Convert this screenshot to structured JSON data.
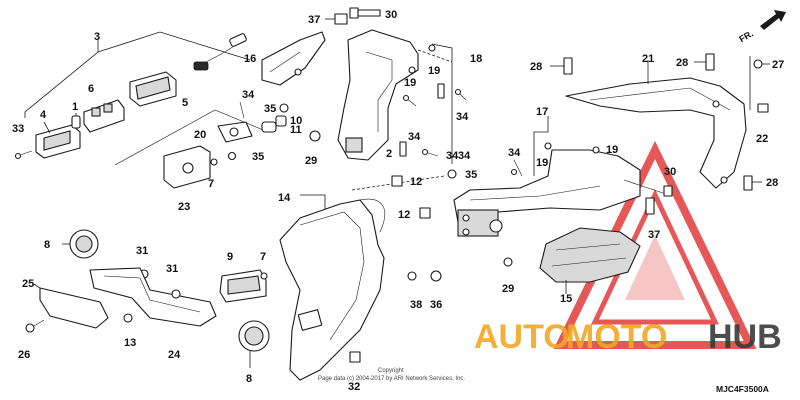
{
  "diagram": {
    "diagram_code": "MJC4F3500A",
    "copyright_line1": "Copyright",
    "copyright_line2": "Page data (c) 2004-2017 by ARI Network Services, Inc.",
    "direction_label": "FR.",
    "watermark": {
      "word1": "AUTO",
      "word2": "MOTO",
      "word3": "HUB",
      "color_primary": "#f5a623",
      "color_secondary": "#3a3a3a",
      "color_triangle": "#e23b3b"
    }
  },
  "callouts": {
    "c3": "3",
    "c30a": "30",
    "c37a": "37",
    "c18": "18",
    "c16": "16",
    "c19a": "19",
    "c19b": "19",
    "c21": "21",
    "c28a": "28",
    "c28b": "28",
    "c27": "27",
    "c22": "22",
    "c28c": "28",
    "c17": "17",
    "c34a": "34",
    "c19c": "19",
    "c19d": "19",
    "c30b": "30",
    "c37b": "37",
    "c6": "6",
    "c5": "5",
    "c4": "4",
    "c1": "1",
    "c33": "33",
    "c34b": "34",
    "c35a": "35",
    "c10": "10",
    "c20": "20",
    "c11": "11",
    "c29a": "29",
    "c34c": "34",
    "c2": "2",
    "c34d": "34",
    "c35b": "35",
    "c7a": "7",
    "c23": "23",
    "c35c": "35",
    "c14": "14",
    "c12a": "12",
    "c12b": "12",
    "c8a": "8",
    "c31a": "31",
    "c9": "9",
    "c7b": "7",
    "c31b": "31",
    "c25": "25",
    "c38": "38",
    "c36": "36",
    "c29b": "29",
    "c15": "15",
    "c13": "13",
    "c24": "24",
    "c26": "26",
    "c8b": "8",
    "c32": "32",
    "c34e": "34",
    "c34f": "34"
  }
}
